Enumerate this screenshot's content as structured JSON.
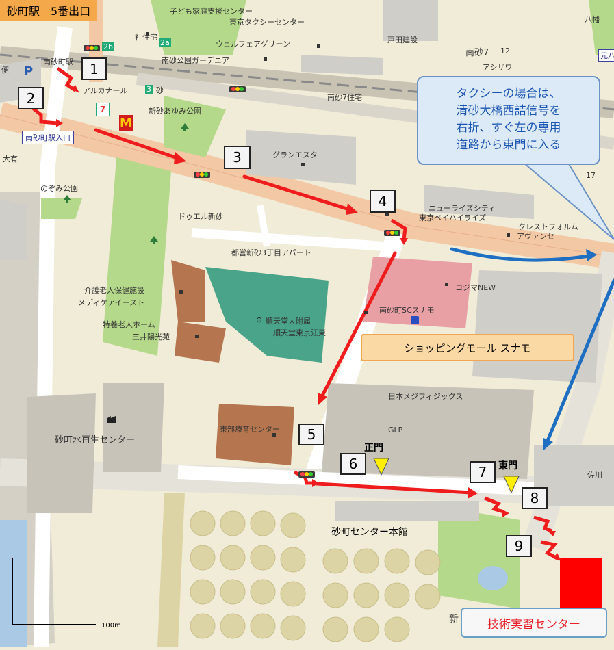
{
  "station_title": "砂町駅　5番出口",
  "taxi_note": {
    "lines": [
      "タクシーの場合は、",
      "清砂大橋西詰信号を",
      "右折、すぐ左の専用",
      "道路から東門に入る"
    ]
  },
  "mall_label": "ショッピングモール スナモ",
  "honkan_label": "砂町センター本館",
  "training_center_label": "技術実習センター",
  "gates": {
    "main": "正門",
    "east": "東門"
  },
  "steps": [
    "1",
    "2",
    "3",
    "4",
    "5",
    "6",
    "7",
    "8",
    "9"
  ],
  "station_entrance_label": "南砂町駅入口",
  "scale_label": "100m",
  "map_labels": [
    "子ども家庭支援センター",
    "東京タクシーセンター",
    "戸田建設",
    "南砂7",
    "12",
    "アシザワ",
    "南砂町駅",
    "2b",
    "2a",
    "社住宅",
    "ウェルフェアグリーン",
    "南砂公園ガーデニア",
    "アルカナール",
    "3",
    "砂",
    "南砂7住宅",
    "新砂あゆみ公園",
    "グランエスタ",
    "大有",
    "のぞみ公園",
    "ドゥエル新砂",
    "ニューライズシティ",
    "東京ベイハイライズ",
    "クレストフォルム",
    "アヴァンセ",
    "都営新砂3丁目アパート",
    "介護老人保健施設",
    "メディケアイースト",
    "特養老人ホーム",
    "三井陽光苑",
    "順天堂大附属",
    "順天堂東京江東",
    "コジマNEW",
    "南砂町SCスナモ",
    "日本メジフィジックス",
    "GLP",
    "東部療育センター",
    "砂町水再生センター",
    "佐川",
    "新",
    "八幡",
    "元八",
    "便",
    "17"
  ],
  "colors": {
    "route_walk": "#ee1c1c",
    "route_taxi": "#1e6fc2",
    "station_title_bg": "#f5a84a",
    "mall_label_bg": "#fbd9a5",
    "callout_bg": "#dce9f6",
    "callout_text": "#1b56b2",
    "training_center_building": "#ff0000",
    "training_center_text": "#e8202a",
    "gate_marker": "#ffee00",
    "park_green": "#b5d98a",
    "road": "#ffffff",
    "main_road": "#f3c8a5",
    "water": "#a9c9e4",
    "building": "#d0cec8"
  },
  "icons": [
    "mcdonalds-icon",
    "seven-eleven-icon",
    "parking-icon",
    "traffic-signal-icon",
    "park-icon",
    "hospital-icon",
    "bus-stop-icon",
    "factory-icon",
    "scale-bar-icon"
  ]
}
